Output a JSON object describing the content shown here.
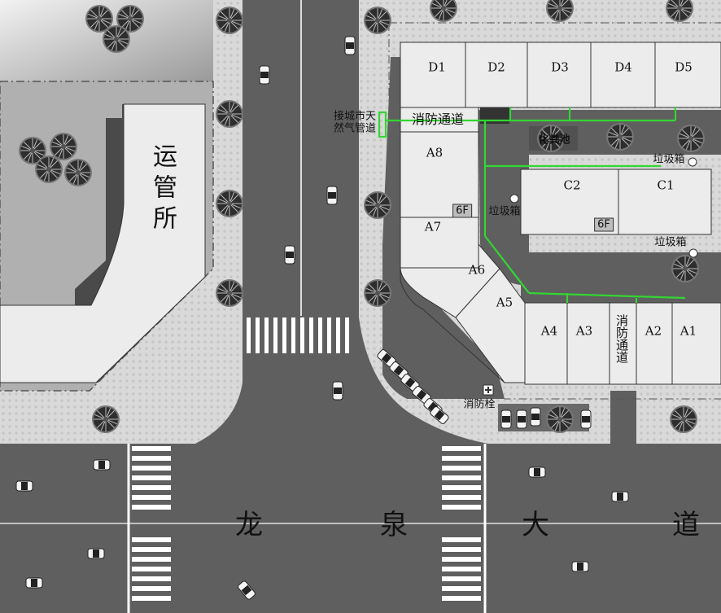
{
  "road_name_chars": [
    "龙",
    "泉",
    "大",
    "道"
  ],
  "office_label": "运管所",
  "gas_pipe_label": [
    "接城市天",
    "然气管道"
  ],
  "fire_lane_label": "消防通道",
  "fire_lane_vertical": "消防通道",
  "septic_label": "化粪池",
  "hydrant_label": "消防栓",
  "trash_label": "垃圾箱",
  "floors_label": "6F",
  "buildings": {
    "D1": "D1",
    "D2": "D2",
    "D3": "D3",
    "D4": "D4",
    "D5": "D5",
    "A1": "A1",
    "A2": "A2",
    "A3": "A3",
    "A4": "A4",
    "A5": "A5",
    "A6": "A6",
    "A7": "A7",
    "A8": "A8",
    "C1": "C1",
    "C2": "C2"
  },
  "colors": {
    "road": "#5f5f5f",
    "sidewalk": "#d8d8d8",
    "building": "#ececec",
    "shadow": "#4a4a4a",
    "pipe": "#33d633",
    "marking": "#ffffff"
  },
  "icons": [
    "tree-icon",
    "car-icon",
    "hydrant-icon",
    "trash-icon"
  ]
}
